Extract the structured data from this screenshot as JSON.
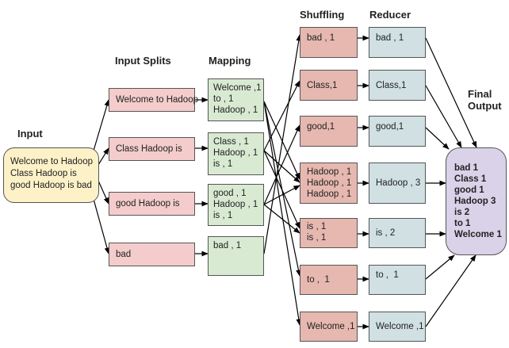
{
  "headers": {
    "input": "Input",
    "input_splits": "Input Splits",
    "mapping": "Mapping",
    "shuffling": "Shuffling",
    "reducer": "Reducer",
    "final_output": "Final\nOutput"
  },
  "input": "Welcome to Hadoop\nClass Hadoop is\ngood Hadoop is bad",
  "splits": [
    "Welcome to Hadoop",
    "Class Hadoop is",
    "good Hadoop is",
    "bad"
  ],
  "mapping": [
    "Welcome ,1\nto , 1\nHadoop , 1",
    "Class , 1\nHadoop , 1\nis , 1",
    "good , 1\nHadoop , 1\nis , 1",
    "bad , 1"
  ],
  "shuffling": [
    "bad , 1",
    "Class,1",
    "good,1",
    "Hadoop , 1\nHadoop , 1\nHadoop , 1",
    "is , 1\nis , 1",
    "to ,  1",
    "Welcome ,1"
  ],
  "reducer": [
    "bad , 1",
    "Class,1",
    "good,1",
    "Hadoop , 3",
    "is , 2",
    "to ,  1",
    "Welcome ,1"
  ],
  "final_output": "bad 1\nClass 1\ngood 1\nHadoop 3\nis 2\nto 1\nWelcome 1",
  "colors": {
    "input": "#fdf1c8",
    "split": "#f4cccc",
    "mapping": "#d9ead3",
    "shuffling": "#e6b8af",
    "reducer": "#d0e0e3",
    "final": "#d9d2e9"
  }
}
